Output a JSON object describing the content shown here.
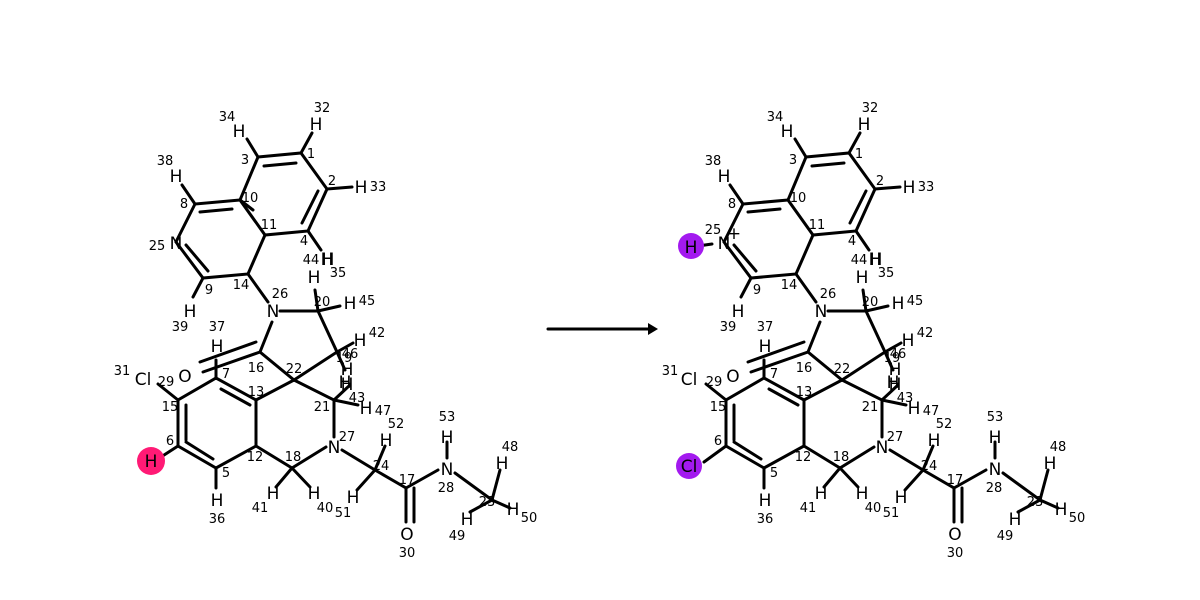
{
  "colors": {
    "bond": "#000000",
    "highlight_left": "#ff1a75",
    "highlight_right": "#a31aef"
  },
  "arrow": {
    "kind": "reaction-arrow"
  },
  "left": {
    "atoms": [
      {
        "s": "H",
        "n": "34"
      },
      {
        "s": "H",
        "n": "32"
      },
      {
        "s": "H",
        "n": "38"
      },
      {
        "s": "H",
        "n": "33"
      },
      {
        "s": "N",
        "n": "25"
      },
      {
        "s": "H",
        "n": "35"
      },
      {
        "s": "H",
        "n": "39"
      },
      {
        "s": "N",
        "n": "26"
      },
      {
        "s": "H",
        "n": "45"
      },
      {
        "s": "H",
        "n": "37"
      },
      {
        "s": "H",
        "n": "42"
      },
      {
        "s": "O",
        "n": ""
      },
      {
        "s": "H",
        "n": "46"
      },
      {
        "s": "Cl",
        "n": "31"
      },
      {
        "s": "H",
        "n": "47"
      },
      {
        "s": "H",
        "n": "52"
      },
      {
        "s": "H",
        "n": "53"
      },
      {
        "s": "N",
        "n": "27"
      },
      {
        "s": "H",
        "n": "48"
      },
      {
        "s": "H",
        "n": "49"
      },
      {
        "s": "H",
        "n": "50"
      },
      {
        "s": "H",
        "n": "36"
      },
      {
        "s": "H",
        "n": "41"
      },
      {
        "s": "H",
        "n": "40"
      },
      {
        "s": "H",
        "n": "51"
      },
      {
        "s": "O",
        "n": "30"
      },
      {
        "s": "N",
        "n": "28"
      },
      {
        "s": "H",
        "n": ""
      },
      {
        "s": "H",
        "n": "44"
      },
      {
        "s": "H",
        "n": "43"
      },
      {
        "s": "H",
        "n": ""
      },
      {
        "s": "H",
        "n": ""
      }
    ],
    "carbon_numbers": [
      "3",
      "1",
      "2",
      "10",
      "8",
      "11",
      "4",
      "9",
      "14",
      "20",
      "7",
      "16",
      "22",
      "19",
      "15",
      "13",
      "21",
      "6",
      "12",
      "18",
      "5",
      "24",
      "17",
      "23",
      "29"
    ],
    "highlight": {
      "s": "H"
    }
  },
  "right": {
    "atoms": [
      {
        "s": "H",
        "n": "34"
      },
      {
        "s": "H",
        "n": "32"
      },
      {
        "s": "H",
        "n": "38"
      },
      {
        "s": "H",
        "n": "33"
      },
      {
        "s": "N",
        "n": "25"
      },
      {
        "s": "+",
        "n": ""
      },
      {
        "s": "H",
        "n": "35"
      },
      {
        "s": "H",
        "n": "39"
      },
      {
        "s": "N",
        "n": "26"
      },
      {
        "s": "H",
        "n": "45"
      },
      {
        "s": "H",
        "n": "37"
      },
      {
        "s": "H",
        "n": "42"
      },
      {
        "s": "O",
        "n": ""
      },
      {
        "s": "H",
        "n": "46"
      },
      {
        "s": "Cl",
        "n": "31"
      },
      {
        "s": "H",
        "n": "47"
      },
      {
        "s": "H",
        "n": "52"
      },
      {
        "s": "H",
        "n": "53"
      },
      {
        "s": "N",
        "n": "27"
      },
      {
        "s": "H",
        "n": "48"
      },
      {
        "s": "H",
        "n": "49"
      },
      {
        "s": "H",
        "n": "50"
      },
      {
        "s": "H",
        "n": "36"
      },
      {
        "s": "H",
        "n": "41"
      },
      {
        "s": "H",
        "n": "40"
      },
      {
        "s": "H",
        "n": "51"
      },
      {
        "s": "O",
        "n": "30"
      },
      {
        "s": "N",
        "n": "28"
      },
      {
        "s": "H",
        "n": ""
      },
      {
        "s": "H",
        "n": "44"
      },
      {
        "s": "H",
        "n": "43"
      },
      {
        "s": "H",
        "n": ""
      },
      {
        "s": "H",
        "n": ""
      }
    ],
    "carbon_numbers": [
      "3",
      "1",
      "2",
      "10",
      "8",
      "11",
      "4",
      "9",
      "14",
      "20",
      "7",
      "16",
      "22",
      "19",
      "15",
      "13",
      "21",
      "6",
      "12",
      "18",
      "5",
      "24",
      "17",
      "23",
      "29"
    ],
    "highlight_h": {
      "s": "H"
    },
    "highlight_cl": {
      "s": "Cl"
    }
  }
}
